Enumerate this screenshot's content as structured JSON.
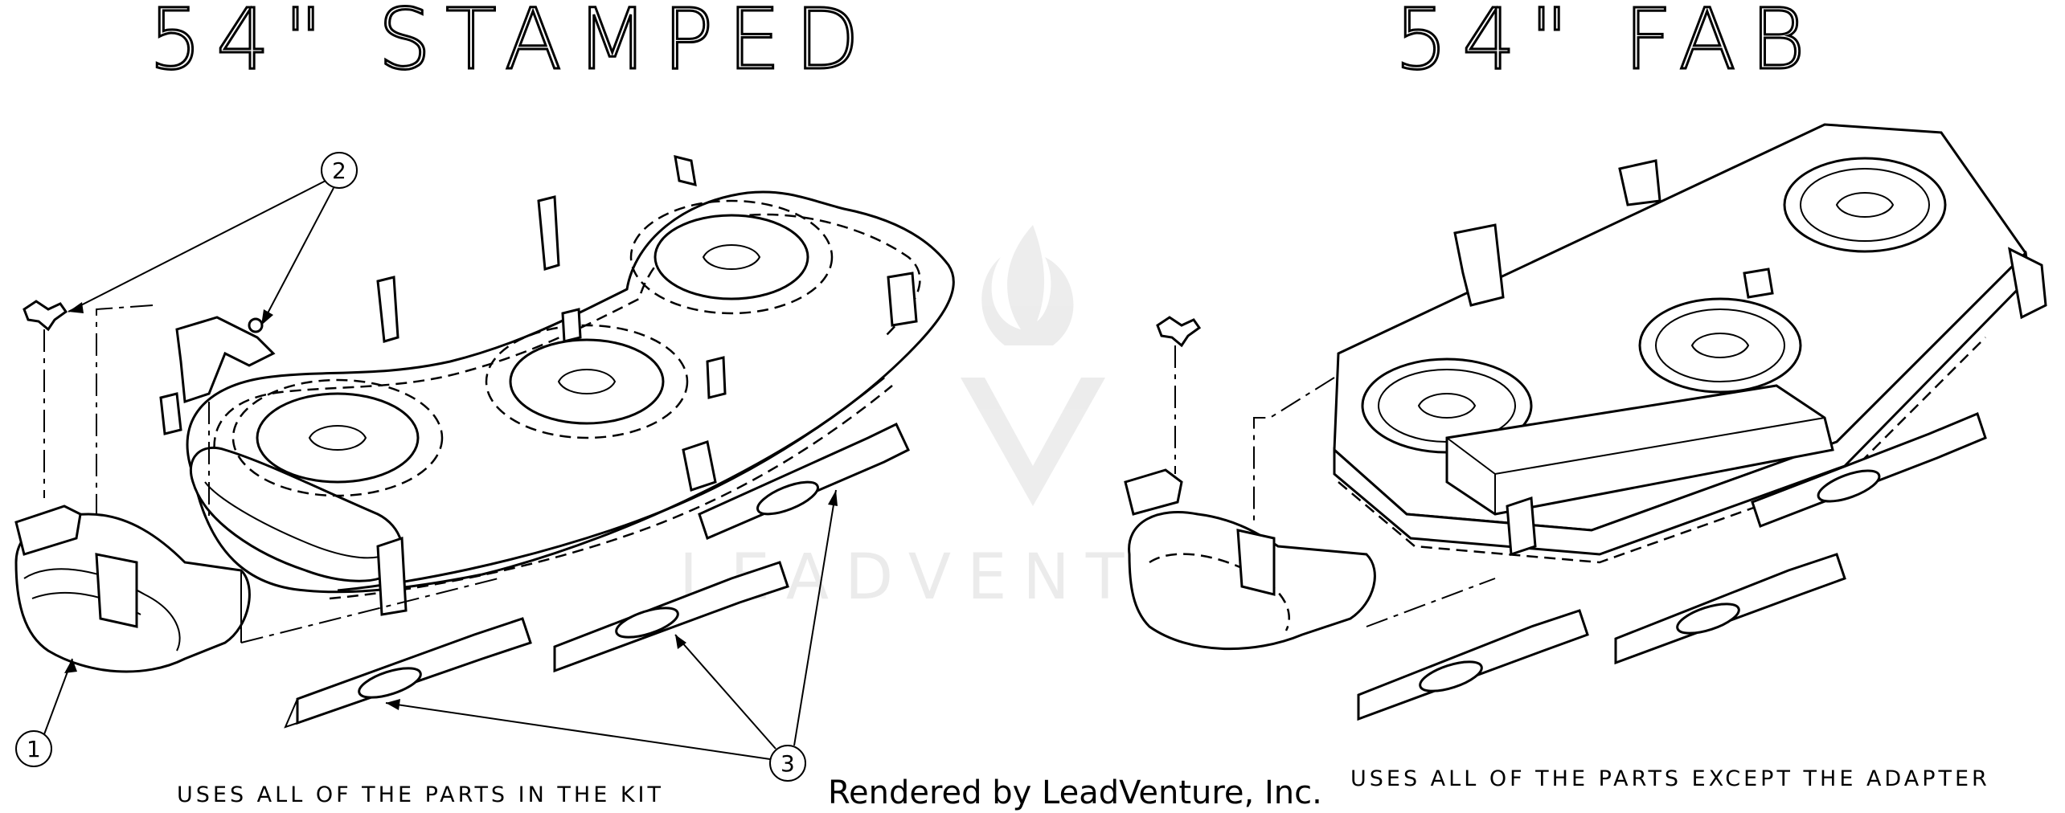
{
  "titles": {
    "left": "54\" STAMPED",
    "right": "54\" FAB"
  },
  "notes": {
    "left": "USES ALL OF THE PARTS IN THE KIT",
    "right": "USES ALL OF THE PARTS EXCEPT THE ADAPTER"
  },
  "callouts": {
    "c1": "1",
    "c2": "2",
    "c3": "3"
  },
  "credit": "Rendered by LeadVenture, Inc.",
  "watermark": "LEADVENTURE",
  "colors": {
    "line": "#000000",
    "background": "#ffffff",
    "watermark": "#c8c8c8"
  }
}
